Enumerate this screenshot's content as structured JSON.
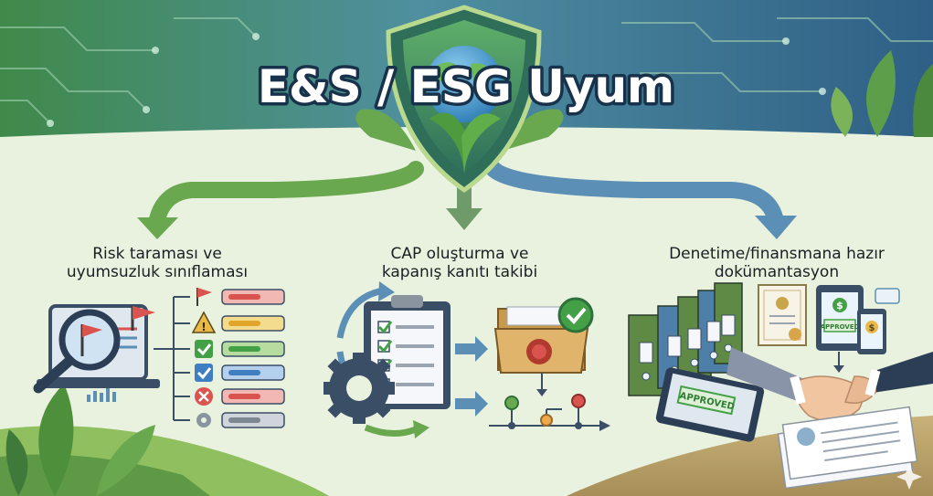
{
  "title": "E&S / ESG Uyum",
  "columns": [
    {
      "line1": "Risk taraması ve",
      "line2": "uyumsuzluk sınıflaması"
    },
    {
      "line1": "CAP oluşturma ve",
      "line2": "kapanış kanıtı takibi"
    },
    {
      "line1": "Denetime/finansmana hazır",
      "line2": "dokümantasyon"
    }
  ],
  "stamps": {
    "folder": "APPROVED",
    "tablet": "APPROVED"
  },
  "colors": {
    "green_dark": "#3f7a3a",
    "green": "#6aa84f",
    "green_light": "#a9cc7a",
    "blue": "#4d7fa8",
    "blue_dark": "#17324a",
    "teal": "#2f6f73",
    "red": "#d9534f",
    "yellow": "#e9b949",
    "check_green": "#43a047",
    "check_blue": "#3f7fc1"
  },
  "checklist_statuses": [
    "flag",
    "warning",
    "check",
    "check-blue",
    "cross",
    "gear"
  ]
}
